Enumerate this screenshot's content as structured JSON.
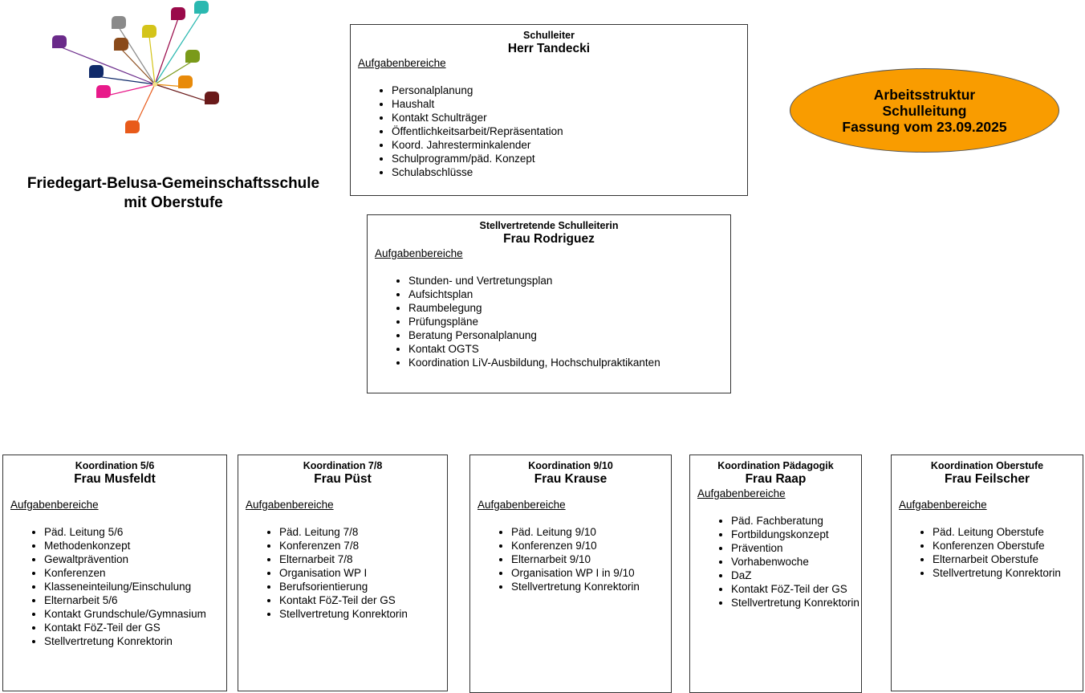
{
  "logo": {
    "colors": [
      "#6a2a8a",
      "#8a8a8a",
      "#8a4a1a",
      "#d4c41a",
      "#9a0a4a",
      "#2ab8b0",
      "#7a9a1a",
      "#102a6a",
      "#e88a0a",
      "#e81a8a",
      "#6a1a1a",
      "#e85a1a"
    ]
  },
  "school": {
    "line1": "Friedegart-Belusa-Gemeinschaftsschule",
    "line2": "mit Oberstufe"
  },
  "badge": {
    "line1": "Arbeitsstruktur",
    "line2": "Schulleitung",
    "line3": "Fassung vom 23.09.2025",
    "color": "#f99c00"
  },
  "boxes": [
    {
      "title": "Schulleiter",
      "name": "Herr Tandecki",
      "heading": "Aufgabenbereiche",
      "items": [
        "Personalplanung",
        "Haushalt",
        "Kontakt Schulträger",
        "Öffentlichkeitsarbeit/Repräsentation",
        "Koord. Jahresterminkalender",
        "Schulprogramm/päd. Konzept",
        "Schulabschlüsse"
      ]
    },
    {
      "title": "Stellvertretende Schulleiterin",
      "name": "Frau Rodriguez",
      "heading": "Aufgabenbereiche",
      "items": [
        "Stunden- und Vertretungsplan",
        "Aufsichtsplan",
        "Raumbelegung",
        "Prüfungspläne",
        "Beratung Personalplanung",
        "Kontakt OGTS",
        "Koordination LiV-Ausbildung, Hochschulpraktikanten"
      ]
    },
    {
      "title": "Koordination 5/6",
      "name": "Frau Musfeldt",
      "heading": "Aufgabenbereiche",
      "items": [
        "Päd. Leitung 5/6",
        "Methodenkonzept",
        "Gewaltprävention",
        "Konferenzen",
        "Klasseneinteilung/Einschulung",
        "Elternarbeit 5/6",
        "Kontakt Grundschule/Gymnasium",
        "Kontakt FöZ-Teil der GS",
        "Stellvertretung Konrektorin"
      ]
    },
    {
      "title": "Koordination 7/8",
      "name": "Frau Püst",
      "heading": "Aufgabenbereiche",
      "items": [
        "Päd. Leitung 7/8",
        "Konferenzen 7/8",
        "Elternarbeit 7/8",
        "Organisation WP I",
        "Berufsorientierung",
        "Kontakt FöZ-Teil der GS",
        "Stellvertretung Konrektorin"
      ]
    },
    {
      "title": "Koordination 9/10",
      "name": "Frau Krause",
      "heading": "Aufgabenbereiche",
      "items": [
        "Päd. Leitung 9/10",
        "Konferenzen 9/10",
        "Elternarbeit 9/10",
        "Organisation WP I in 9/10",
        "Stellvertretung Konrektorin"
      ]
    },
    {
      "title": "Koordination Pädagogik",
      "name": "Frau Raap",
      "heading": "Aufgabenbereiche",
      "items": [
        "Päd. Fachberatung",
        "Fortbildungskonzept",
        "Prävention",
        "Vorhabenwoche",
        "DaZ",
        "Kontakt FöZ-Teil der GS",
        "Stellvertretung Konrektorin"
      ]
    },
    {
      "title": "Koordination Oberstufe",
      "name": "Frau Feilscher",
      "heading": "Aufgabenbereiche",
      "items": [
        "Päd. Leitung Oberstufe",
        "Konferenzen Oberstufe",
        "Elternarbeit Oberstufe",
        "Stellvertretung Konrektorin"
      ]
    }
  ]
}
